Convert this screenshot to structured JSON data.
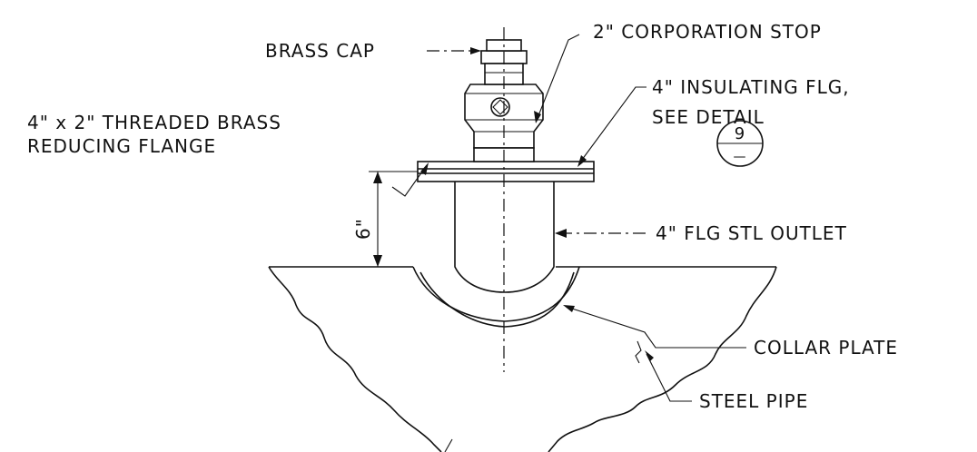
{
  "labels": {
    "brass_cap": "BRASS CAP",
    "corporation_stop": "2\" CORPORATION STOP",
    "insulating_flg_line1": "4\" INSULATING FLG,",
    "insulating_flg_line2": "SEE DETAIL",
    "detail_number": "9",
    "detail_sheet": "—",
    "reducing_flange_line1": "4\" x 2\" THREADED BRASS",
    "reducing_flange_line2": "REDUCING FLANGE",
    "dimension": "6\"",
    "outlet": "4\" FLG STL OUTLET",
    "collar_plate": "COLLAR PLATE",
    "steel_pipe": "STEEL PIPE"
  }
}
